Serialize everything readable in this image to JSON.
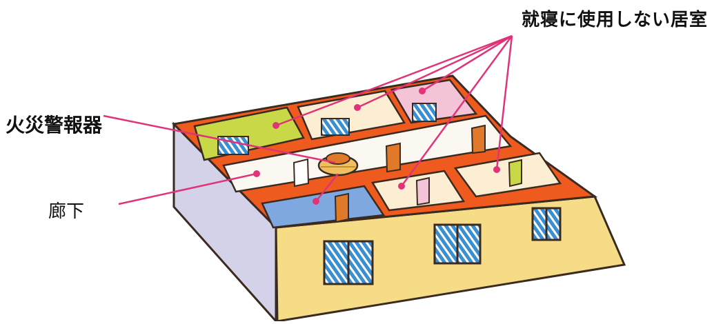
{
  "labels": {
    "rooms_not_for_sleeping": "就寝に使用しない居室",
    "fire_alarm": "火災警報器",
    "hallway": "廊下"
  },
  "colors": {
    "wall_top": "#ef5a1e",
    "outline": "#3a2a20",
    "front_wall": "#f7dc88",
    "side_wall": "#d3d2e8",
    "leader_line": "#e0337a",
    "window_glass": "#3a8fd0",
    "door": "#e07a2a",
    "room_green": "#c8d846",
    "room_cream": "#fbeed2",
    "room_pink": "#f3c4d8",
    "room_blue": "#7fa8e0",
    "hall_floor": "#fbf8f2",
    "alarm_body": "#f0c060"
  },
  "icons": {
    "alarm": "smoke-detector-icon",
    "window": "window-icon",
    "door": "door-icon"
  }
}
